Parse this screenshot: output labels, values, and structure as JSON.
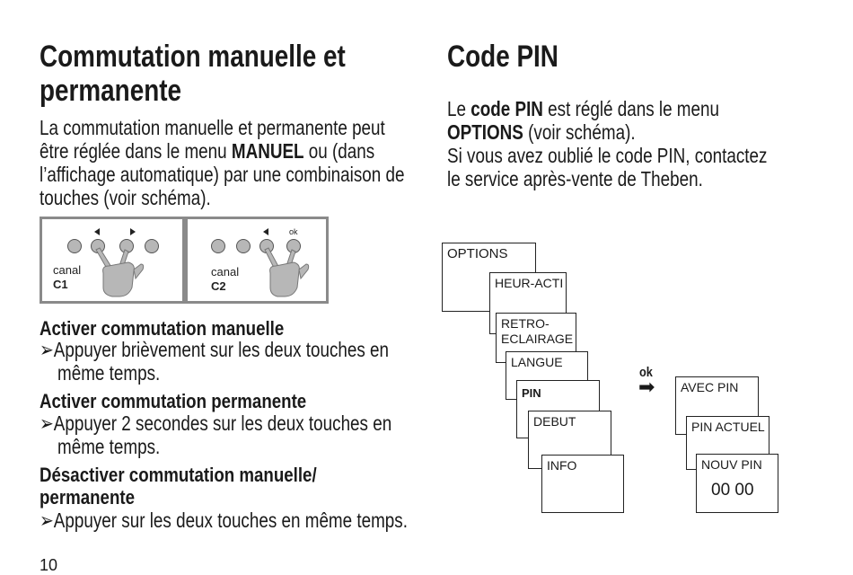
{
  "left": {
    "title_lines": [
      "Commutation manuelle et",
      "permanente"
    ],
    "intro_lines": [
      [
        "La commutation manuelle et permanente peut",
        "",
        ""
      ],
      [
        "être réglée dans le menu ",
        "MANUEL",
        " ou (dans"
      ],
      [
        "l’affichage automatique) par une combinaison de",
        "",
        ""
      ],
      [
        "touches (voir schéma).",
        "",
        ""
      ]
    ],
    "panels": [
      {
        "keys_label": "◄  ►",
        "canal": "canal",
        "channel": "C1"
      },
      {
        "keys_label": "◄",
        "ok": "ok",
        "canal": "canal",
        "channel": "C2"
      }
    ],
    "sections": [
      {
        "heading": [
          "Activer commutation manuelle"
        ],
        "bullet": "➢Appuyer brièvement sur les deux touches en",
        "cont": "même temps."
      },
      {
        "heading": [
          "Activer commutation permanente"
        ],
        "bullet": "➢Appuyer 2 secondes sur les deux touches en",
        "cont": "même temps."
      },
      {
        "heading": [
          "Désactiver commutation manuelle/",
          "permanente"
        ],
        "bullet": "➢Appuyer sur les deux touches en même temps.",
        "cont": ""
      }
    ],
    "page_number": "10"
  },
  "right": {
    "title": "Code PIN",
    "text_lines": [
      [
        "Le ",
        "code PIN",
        " est réglé dans le menu"
      ],
      [
        "",
        "OPTIONS",
        " (voir schéma)."
      ],
      [
        "Si vous avez oublié le code PIN, contactez",
        "",
        ""
      ],
      [
        "le service après-vente de Theben.",
        "",
        ""
      ]
    ],
    "menu": [
      {
        "label": "OPTIONS",
        "bold": false
      },
      {
        "label": "HEUR-ACTI",
        "bold": false
      },
      {
        "label": "RETRO-\nECLAIRAGE",
        "bold": false
      },
      {
        "label": "LANGUE",
        "bold": false
      },
      {
        "label": "PIN",
        "bold": true
      },
      {
        "label": "DEBUT",
        "bold": false
      },
      {
        "label": "INFO",
        "bold": false
      }
    ],
    "ok_label": "ok",
    "arrow": "➡",
    "pin_menu": [
      {
        "label": "AVEC PIN"
      },
      {
        "label": "PIN ACTUEL"
      },
      {
        "label": "NOUV PIN",
        "value": "00 00"
      }
    ]
  }
}
